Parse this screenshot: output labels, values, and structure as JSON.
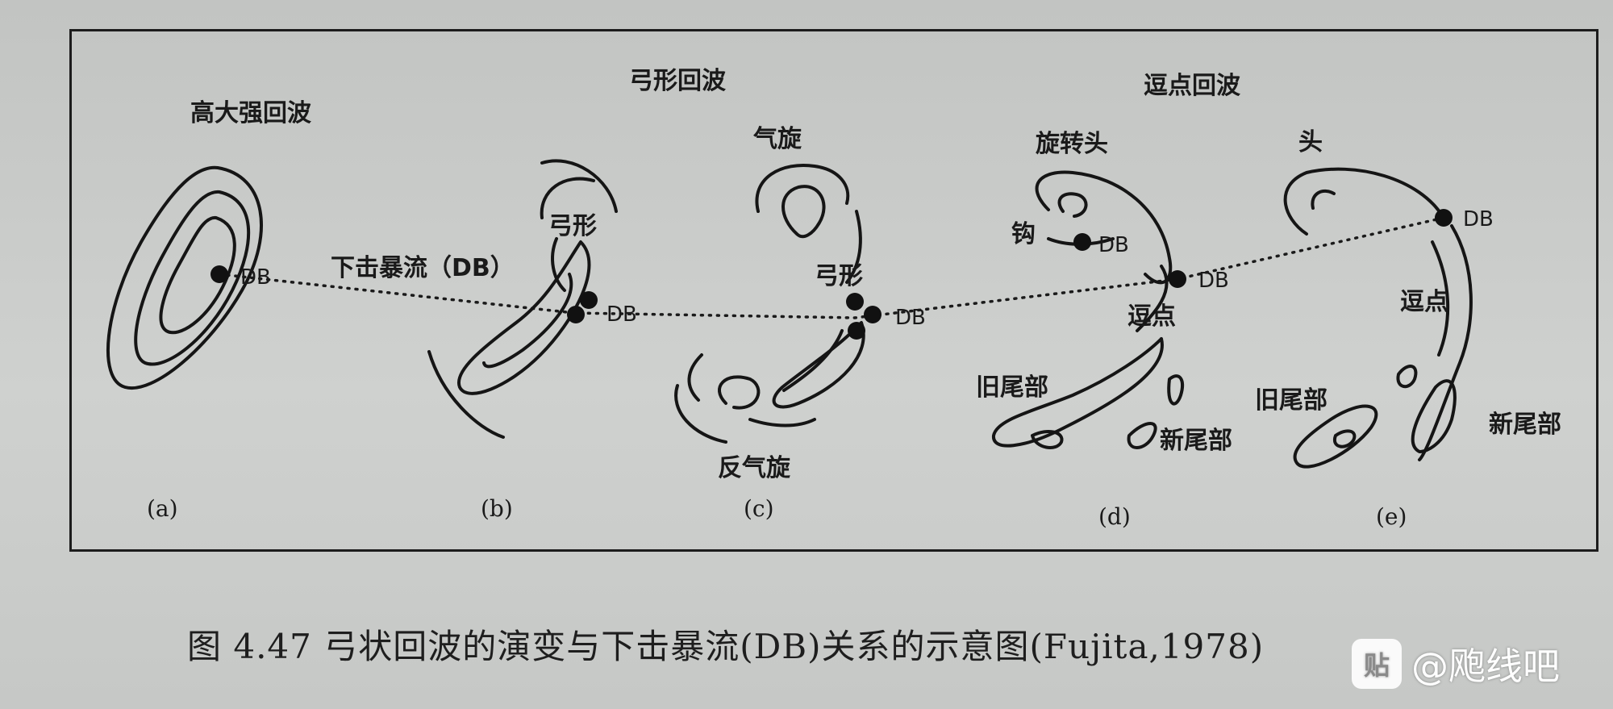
{
  "headings": {
    "tall_echo": "高大强回波",
    "bow_echo": "弓形回波",
    "comma_echo": "逗点回波"
  },
  "labels": {
    "b_bow": "弓形",
    "downburst": "下击暴流（DB）",
    "c_cyclone": "气旋",
    "c_bow": "弓形",
    "c_anticyclone": "反气旋",
    "d_rotating_head": "旋转头",
    "d_hook": "钩",
    "d_comma": "逗点",
    "d_old_tail": "旧尾部",
    "d_new_tail": "新尾部",
    "e_head": "头",
    "e_comma": "逗点",
    "e_old_tail": "旧尾部",
    "e_new_tail": "新尾部",
    "db": "DB"
  },
  "panels": [
    "(a)",
    "(b)",
    "(c)",
    "(d)",
    "(e)"
  ],
  "caption": "图 4.47   弓状回波的演变与下击暴流(DB)关系的示意图(Fujita,1978)",
  "watermark": {
    "logo": "贴",
    "text": "@飑线吧"
  }
}
